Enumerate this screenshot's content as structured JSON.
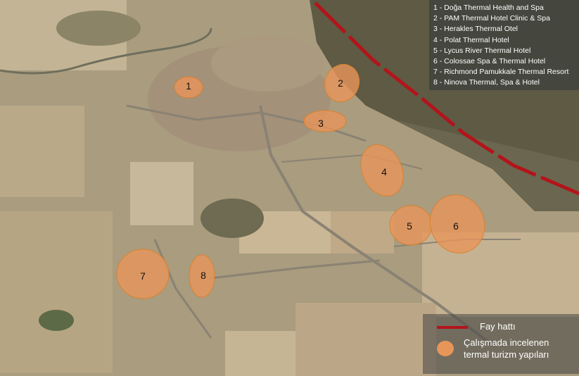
{
  "map": {
    "legend_sites": [
      "1 - Doğa Thermal Health and Spa",
      "2 - PAM Thermal Hotel Clinic & Spa",
      "3 - Herakles Thermal Otel",
      "4 - Polat Thermal Hotel",
      "5 - Lycus River Thermal Hotel",
      "6 - Colossae Spa & Thermal Hotel",
      "7 - Richmond Pamukkale Thermal Resort",
      "8 - Ninova Thermal, Spa & Hotel"
    ],
    "legend_fault_label": "Fay hattı",
    "legend_study_label_line1": "Çalışmada incelenen",
    "legend_study_label_line2": "termal turizm yapıları",
    "site_numbers": [
      "1",
      "2",
      "3",
      "4",
      "5",
      "6",
      "7",
      "8"
    ],
    "colors": {
      "fault_line": "#b3141b",
      "study_area": "#e8955a",
      "legend_bg": "#3c3e3a"
    }
  }
}
